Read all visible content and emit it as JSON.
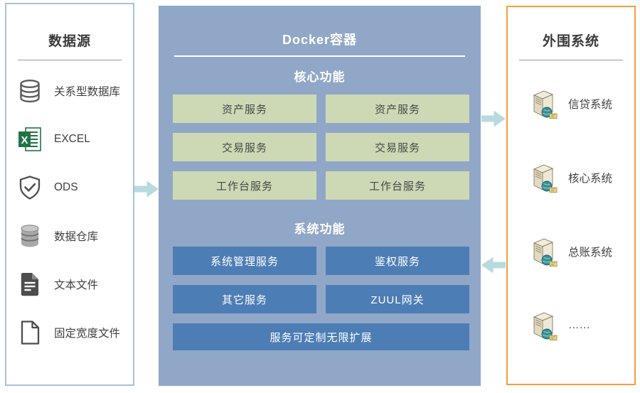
{
  "left_panel": {
    "title": "数据源",
    "items": [
      {
        "label": "关系型数据库",
        "icon": "database-icon"
      },
      {
        "label": "EXCEL",
        "icon": "excel-icon"
      },
      {
        "label": "ODS",
        "icon": "shield-check-icon"
      },
      {
        "label": "数据仓库",
        "icon": "warehouse-icon"
      },
      {
        "label": "文本文件",
        "icon": "text-file-icon"
      },
      {
        "label": "固定宽度文件",
        "icon": "blank-file-icon"
      }
    ]
  },
  "docker_panel": {
    "title": "Docker容器",
    "core": {
      "heading": "核心功能",
      "boxes": [
        "资产服务",
        "资产服务",
        "交易服务",
        "交易服务",
        "工作台服务",
        "工作台服务"
      ]
    },
    "system": {
      "heading": "系统功能",
      "boxes": [
        "系统管理服务",
        "鉴权服务",
        "其它服务",
        "ZUUL网关"
      ],
      "wide_box": "服务可定制无限扩展"
    }
  },
  "external_panel": {
    "title": "外围系统",
    "items": [
      {
        "label": "信贷系统",
        "icon": "server-icon"
      },
      {
        "label": "核心系统",
        "icon": "server-icon"
      },
      {
        "label": "总账系统",
        "icon": "server-icon"
      },
      {
        "label": "……",
        "icon": "server-icon"
      }
    ]
  },
  "arrows": [
    {
      "name": "sources-to-docker",
      "direction": "right"
    },
    {
      "name": "docker-to-external",
      "direction": "right"
    },
    {
      "name": "external-to-docker",
      "direction": "left"
    }
  ],
  "colors": {
    "docker_bg": "#90a7c8",
    "green_box": "#cdd9b4",
    "blue_box": "#4d7db5",
    "arrow": "#b8dade",
    "left_panel_border": "#a6c2dc",
    "right_panel_border": "#f0a13e"
  }
}
